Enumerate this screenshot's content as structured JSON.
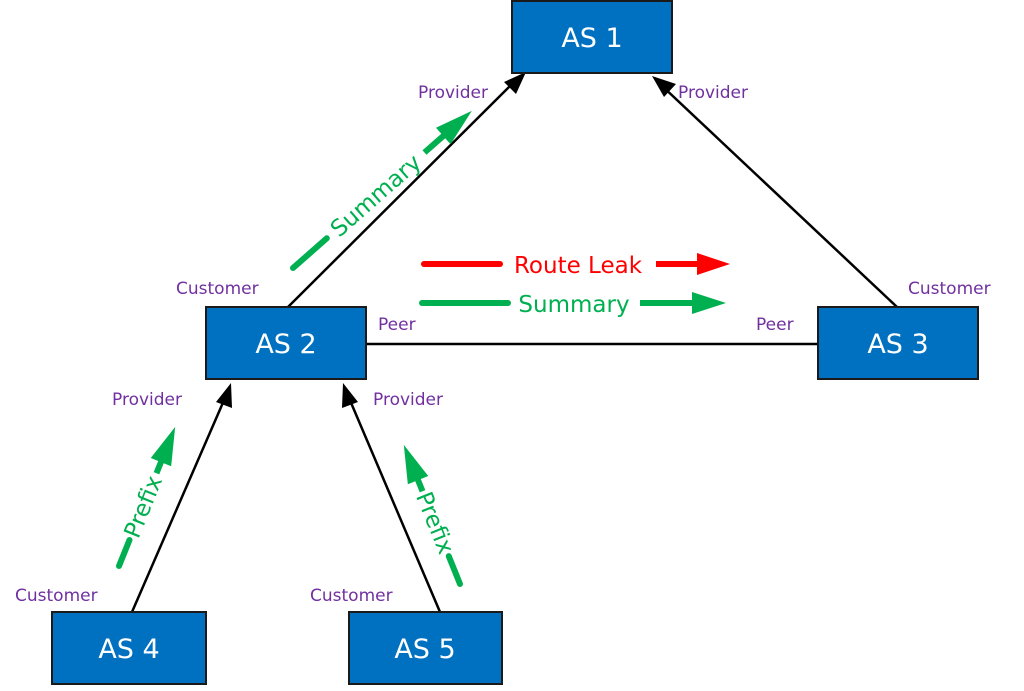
{
  "colors": {
    "box_fill": "#0070C0",
    "box_stroke": "#1a1a1a",
    "link": "#000000",
    "role_text": "#7030A0",
    "good_flow": "#00B050",
    "leak_flow": "#FF0000"
  },
  "nodes": {
    "as1": {
      "label": "AS 1"
    },
    "as2": {
      "label": "AS 2"
    },
    "as3": {
      "label": "AS 3"
    },
    "as4": {
      "label": "AS 4"
    },
    "as5": {
      "label": "AS 5"
    }
  },
  "links": [
    {
      "from": "AS 2",
      "to": "AS 1",
      "type": "customer-to-provider"
    },
    {
      "from": "AS 3",
      "to": "AS 1",
      "type": "customer-to-provider"
    },
    {
      "from": "AS 2",
      "to": "AS 3",
      "type": "peer"
    },
    {
      "from": "AS 4",
      "to": "AS 2",
      "type": "customer-to-provider"
    },
    {
      "from": "AS 5",
      "to": "AS 2",
      "type": "customer-to-provider"
    }
  ],
  "roles": {
    "as2_as1_provider": "Provider",
    "as3_as1_provider": "Provider",
    "as2_customer": "Customer",
    "as3_customer": "Customer",
    "as2_peer": "Peer",
    "as3_peer": "Peer",
    "as4_as2_provider": "Provider",
    "as5_as2_provider": "Provider",
    "as4_customer": "Customer",
    "as5_customer": "Customer"
  },
  "flows": {
    "as2_to_as1": "Summary",
    "route_leak": "Route Leak",
    "as2_to_as3": "Summary",
    "as4_to_as2": "Prefix",
    "as5_to_as2": "Prefix"
  }
}
